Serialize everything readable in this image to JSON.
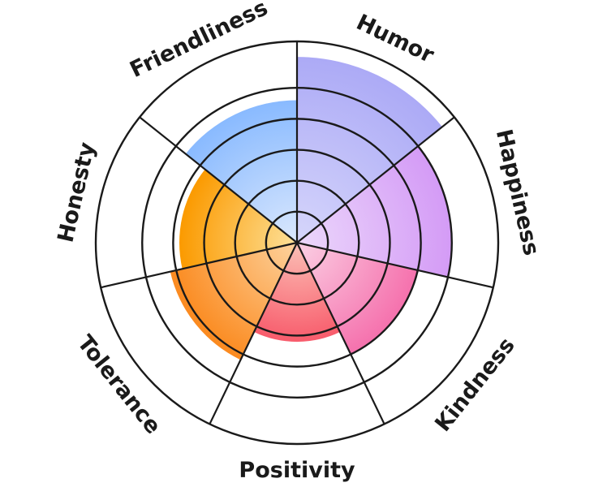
{
  "chart_data": {
    "type": "polar-area",
    "title": "",
    "categories": [
      "Humor",
      "Happiness",
      "Kindness",
      "Positivity",
      "Tolerance",
      "Honesty",
      "Friendliness"
    ],
    "values": [
      6,
      5,
      4,
      3.2,
      4.2,
      3.8,
      4.6
    ],
    "r_max": 6.5,
    "rings": [
      1,
      2,
      3,
      4,
      5
    ],
    "grid": true,
    "legend": "none",
    "colors": {
      "Humor": [
        "#d6d6fb",
        "#acaaf6"
      ],
      "Happiness": [
        "#ecd8fb",
        "#d49bf6"
      ],
      "Kindness": [
        "#fbd0e4",
        "#f571ad"
      ],
      "Positivity": [
        "#fbc0b6",
        "#f85c6c"
      ],
      "Tolerance": [
        "#fdd39e",
        "#fb8a1f"
      ],
      "Honesty": [
        "#fde19a",
        "#fb9a00"
      ],
      "Friendliness": [
        "#dbe8fd",
        "#89baff"
      ]
    }
  }
}
